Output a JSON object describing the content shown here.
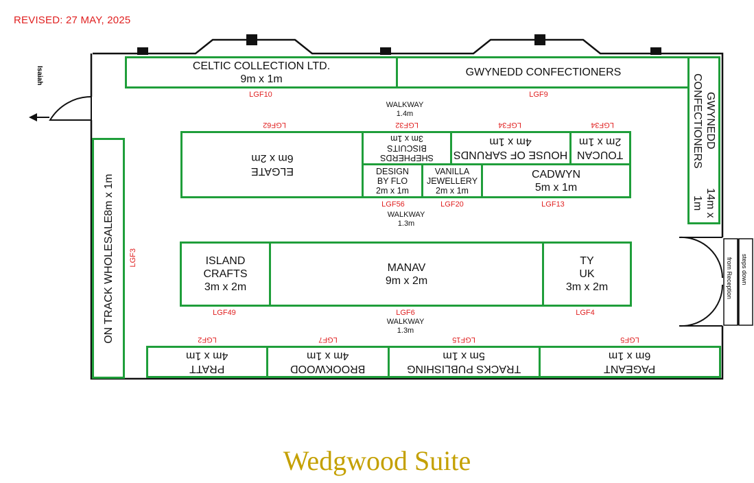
{
  "revised": "REVISED: 27 MAY, 2025",
  "exit_label": "Isaiah",
  "entrance": {
    "line1": "steps down",
    "line2": "from Reception"
  },
  "walkways": [
    {
      "label": "WALKWAY",
      "width": "1.4m"
    },
    {
      "label": "WALKWAY",
      "width": "1.3m"
    },
    {
      "label": "WALKWAY",
      "width": "1.3m"
    }
  ],
  "stands": {
    "celtic": {
      "name": "CELTIC COLLECTION LTD.",
      "size": "9m x 1m",
      "code": "LGF10"
    },
    "gwynedd_top": {
      "name": "GWYNEDD CONFECTIONERS",
      "code": "LGF9"
    },
    "gwynedd_side": {
      "name": "GWYNEDD CONFECTIONERS",
      "size": "14m x 1m"
    },
    "elgate": {
      "name": "ELGATE",
      "size": "6m x 2m",
      "code": "LGF62"
    },
    "shepherds": {
      "name": "SHEPHERDS BISCUITS",
      "size": "3m x 1m",
      "code": "LGF32"
    },
    "house_of_sarunds": {
      "name": "HOUSE OF SARUNDS",
      "size": "4m x 1m",
      "code": "LGF34"
    },
    "toucan": {
      "name": "TOUCAN",
      "size": "2m x 1m",
      "code": "LGF34"
    },
    "design_by_flo": {
      "name": "DESIGN BY FLO",
      "size": "2m x 1m",
      "code": "LGF56"
    },
    "vanilla": {
      "name": "VANILLA JEWELLERY",
      "size": "2m x 1m",
      "code": "LGF20"
    },
    "cadwyn": {
      "name": "CADWYN",
      "size": "5m x 1m",
      "code": "LGF13"
    },
    "on_track": {
      "name": "ON TRACK WHOLESALE",
      "size": "8m x 1m",
      "code": "LGF3"
    },
    "island_crafts": {
      "name": "ISLAND CRAFTS",
      "size": "3m x 2m",
      "code": "LGF49"
    },
    "manav": {
      "name": "MANAV",
      "size": "9m x 2m",
      "code": "LGF6"
    },
    "ty_uk": {
      "name": "TY UK",
      "size": "3m x 2m",
      "code": "LGF4"
    },
    "pratt": {
      "name": "PRATT",
      "size": "4m x 1m",
      "code": "LGF2"
    },
    "brookwood": {
      "name": "BROOKWOOD",
      "size": "4m x 1m",
      "code": "LGF7"
    },
    "tracks": {
      "name": "TRACKS PUBLISHING",
      "size": "5m x 1m",
      "code": "LGF15"
    },
    "pageant": {
      "name": "PAGEANT",
      "size": "6m x 1m",
      "code": "LGF5"
    }
  },
  "venue": "Wedgwood Suite"
}
